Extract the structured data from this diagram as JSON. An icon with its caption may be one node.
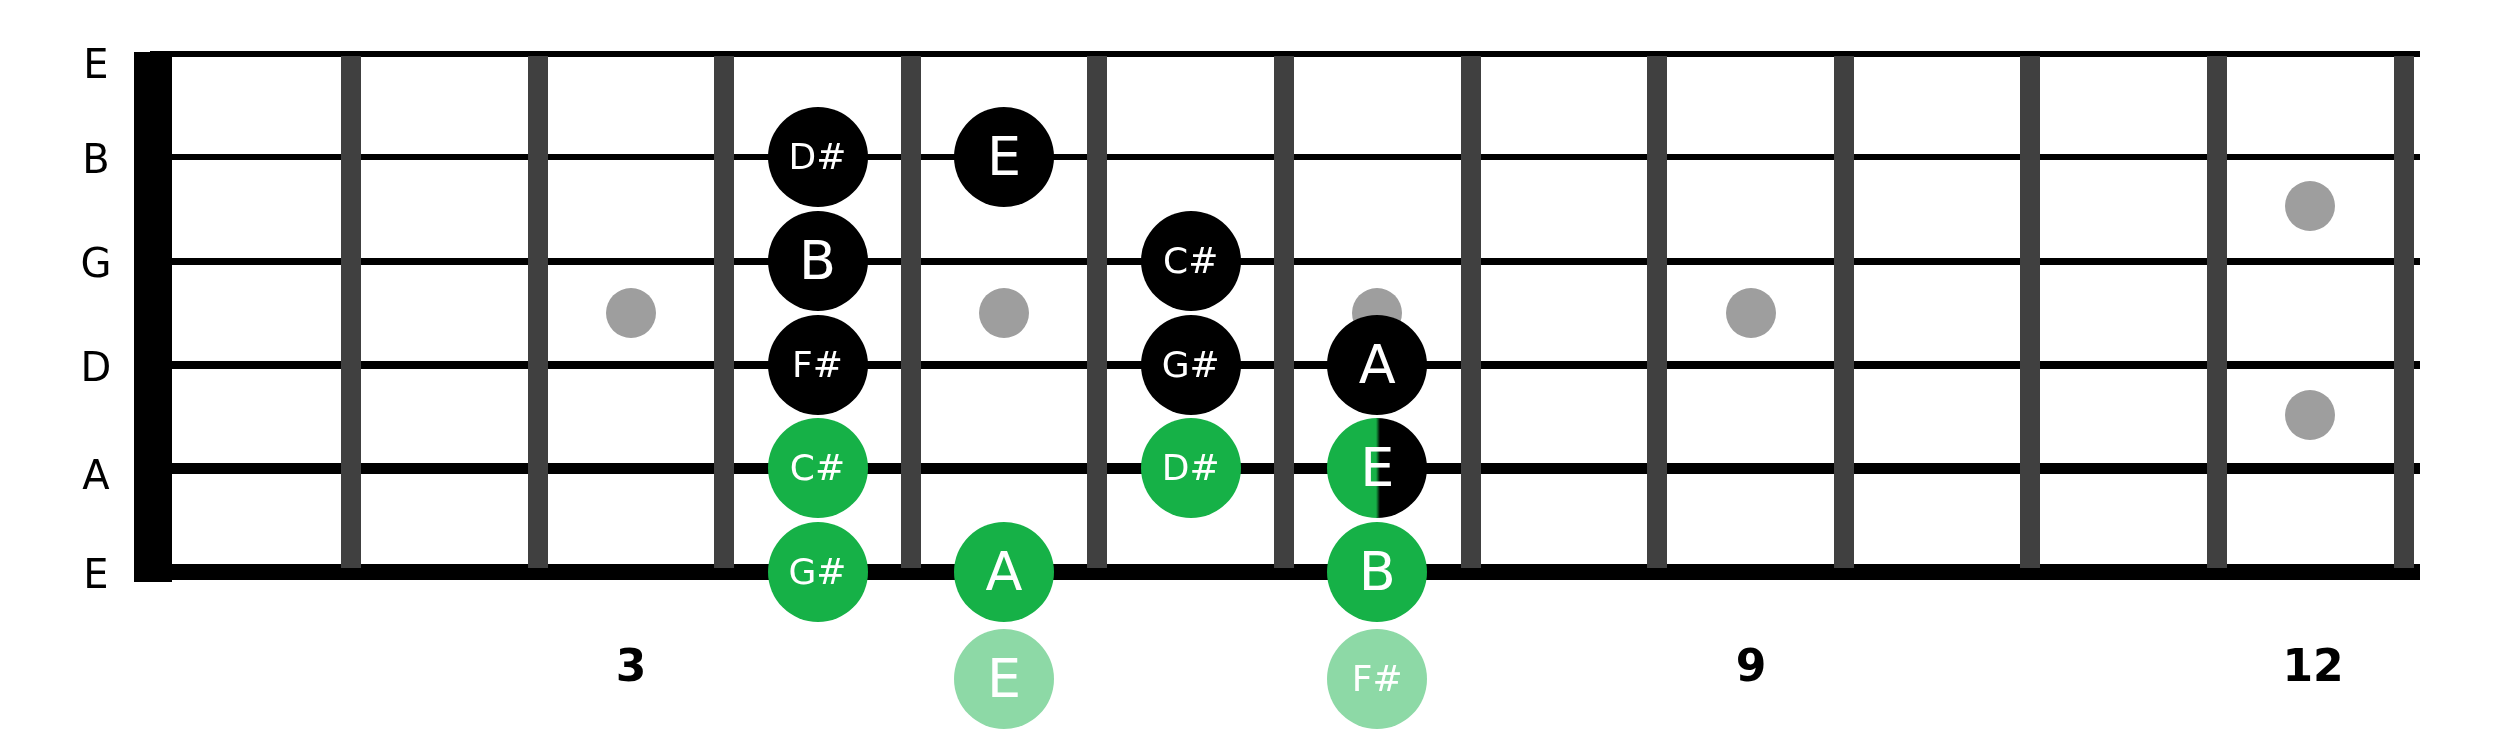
{
  "diagram": {
    "nodes": [
      {
        "text": [
          "D#"
        ]
      },
      {
        "text": [
          "E"
        ]
      },
      {
        "text": [
          "B"
        ]
      },
      {
        "text": [
          "C#"
        ]
      },
      {
        "text": [
          "F#"
        ]
      },
      {
        "text": [
          "G#"
        ]
      },
      {
        "text": [
          "A"
        ]
      },
      {
        "text": [
          "C#"
        ]
      },
      {
        "text": [
          "D#"
        ]
      },
      {
        "text": [
          "E"
        ]
      },
      {
        "text": [
          "G#"
        ]
      },
      {
        "text": [
          "A"
        ]
      },
      {
        "text": [
          "B"
        ]
      },
      {
        "text": [
          "E"
        ]
      },
      {
        "text": [
          "F#"
        ]
      }
    ],
    "labels": [
      "E",
      "B",
      "G",
      "D",
      "A",
      "E",
      "3",
      "9",
      "12"
    ]
  }
}
